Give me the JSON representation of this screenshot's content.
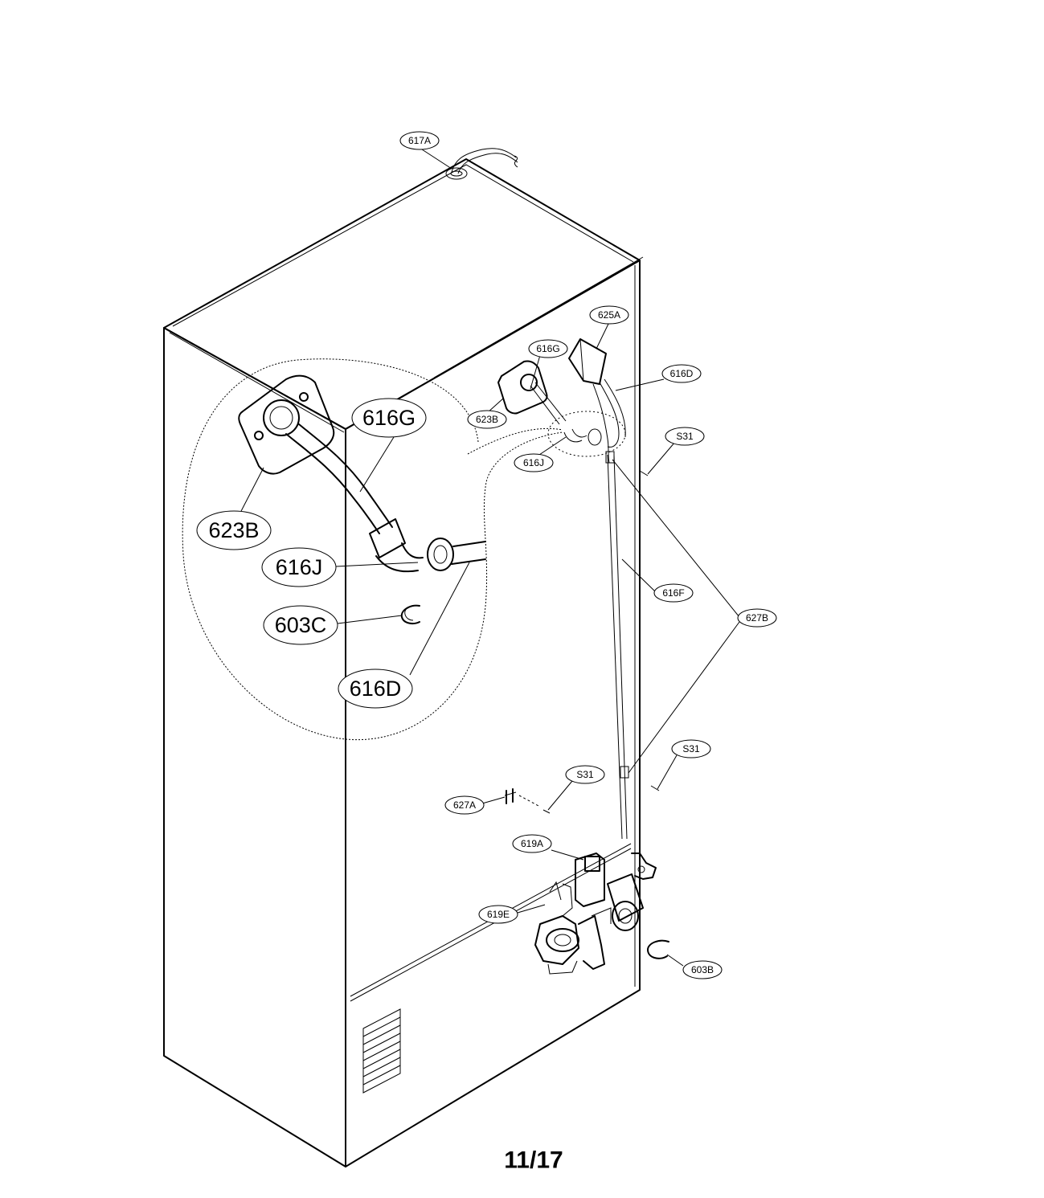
{
  "diagram": {
    "page_number": "11/17",
    "callouts_small": {
      "c617A": "617A",
      "c625A": "625A",
      "c616G": "616G",
      "c616D": "616D",
      "c623B": "623B",
      "c616J": "616J",
      "cS31a": "S31",
      "c616F": "616F",
      "c627B": "627B",
      "cS31b": "S31",
      "cS31c": "S31",
      "c627A": "627A",
      "c619A": "619A",
      "c619E": "619E",
      "c603B": "603B"
    },
    "callouts_detail": {
      "d616G": "616G",
      "d623B": "623B",
      "d616J": "616J",
      "d603C": "603C",
      "d616D": "616D"
    }
  }
}
